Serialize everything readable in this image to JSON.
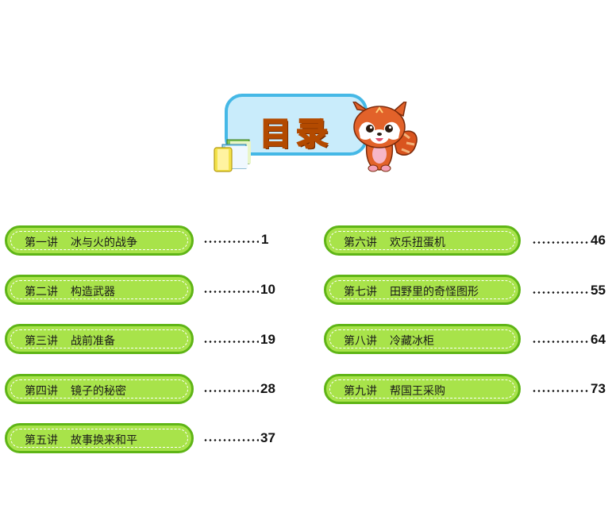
{
  "header": {
    "title": "目录"
  },
  "toc": {
    "left": [
      {
        "number": "第一讲",
        "title": "冰与火的战争",
        "page": "1"
      },
      {
        "number": "第二讲",
        "title": "构造武器",
        "page": "10"
      },
      {
        "number": "第三讲",
        "title": "战前准备",
        "page": "19"
      },
      {
        "number": "第四讲",
        "title": "镜子的秘密",
        "page": "28"
      },
      {
        "number": "第五讲",
        "title": "故事换来和平",
        "page": "37"
      }
    ],
    "right": [
      {
        "number": "第六讲",
        "title": "欢乐扭蛋机",
        "page": "46"
      },
      {
        "number": "第七讲",
        "title": "田野里的奇怪图形",
        "page": "55"
      },
      {
        "number": "第八讲",
        "title": "冷藏冰柜",
        "page": "64"
      },
      {
        "number": "第九讲",
        "title": "帮国王采购",
        "page": "73"
      }
    ]
  },
  "colors": {
    "entry_fill": "#a8e34a",
    "entry_border": "#5fb516",
    "title_orange": "#ff7a16",
    "banner_fill": "#c9ecfb",
    "banner_border": "#45b8e6"
  },
  "icons": [
    "books-icon",
    "red-panda-mascot-icon"
  ]
}
